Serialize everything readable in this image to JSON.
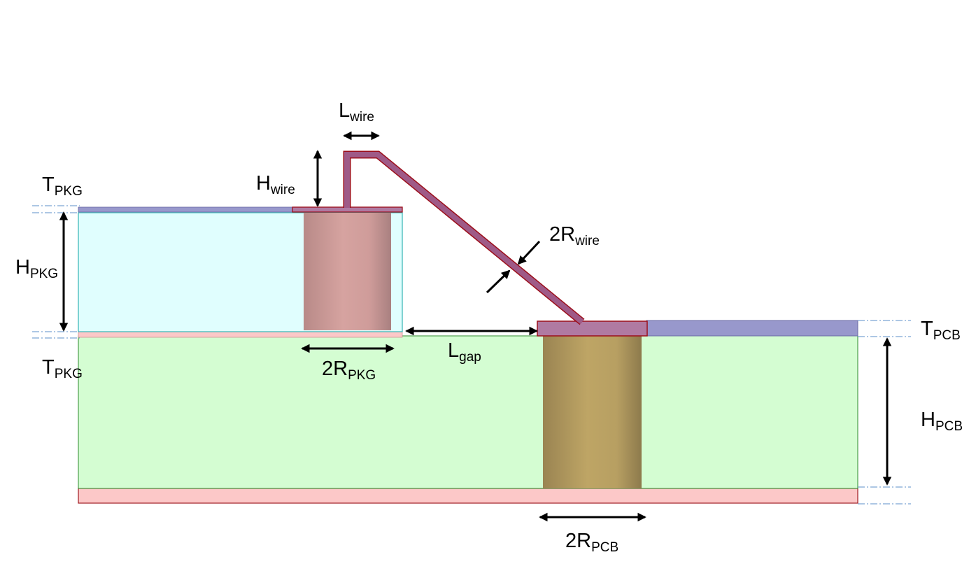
{
  "labels": {
    "t_pkg_top": {
      "main": "T",
      "sub": "PKG"
    },
    "h_pkg": {
      "main": "H",
      "sub": "PKG"
    },
    "t_pkg_bottom": {
      "main": "T",
      "sub": "PKG"
    },
    "h_wire": {
      "main": "H",
      "sub": "wire"
    },
    "l_wire": {
      "main": "L",
      "sub": "wire"
    },
    "r_wire": {
      "main": "2R",
      "sub": "wire"
    },
    "r_pkg": {
      "main": "2R",
      "sub": "PKG"
    },
    "l_gap": {
      "main": "L",
      "sub": "gap"
    },
    "t_pcb": {
      "main": "T",
      "sub": "PCB"
    },
    "h_pcb": {
      "main": "H",
      "sub": "PCB"
    },
    "r_pcb": {
      "main": "2R",
      "sub": "PCB"
    }
  },
  "colors": {
    "pkg_substrate": "#e0fefe",
    "pcb_substrate": "#d4fdd2",
    "ground_plane": "#fcc8c8",
    "trace_top": "#9898cc",
    "pad": "#b07aa2",
    "via_pkg": "#d4a19f",
    "via_pcb": "#bba264",
    "wire": "#9f5a87",
    "outline_red": "#9c0f1b",
    "dimension_line": "#5b8fc8"
  }
}
